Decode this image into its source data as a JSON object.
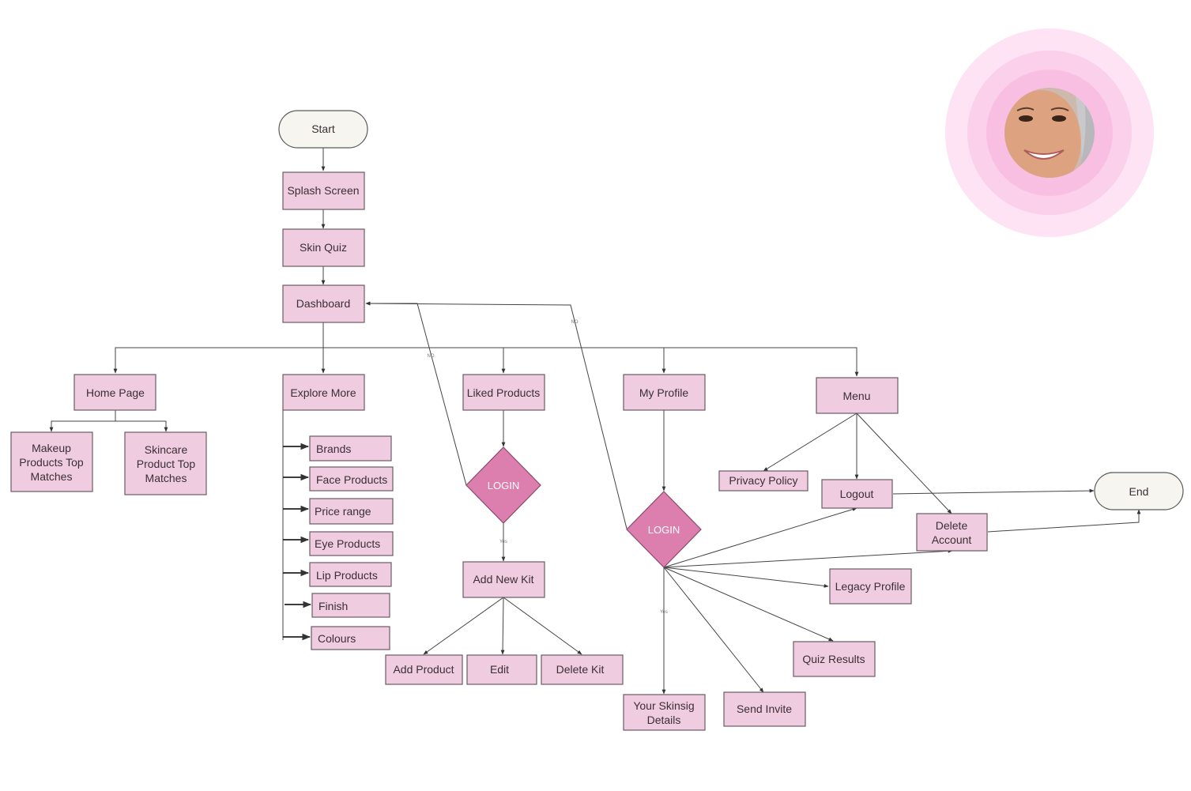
{
  "nodes": {
    "start": "Start",
    "splash": "Splash Screen",
    "quiz": "Skin Quiz",
    "dashboard": "Dashboard",
    "home": "Home Page",
    "makeup": [
      "Makeup",
      "Products Top",
      "Matches"
    ],
    "skincare": [
      "Skincare",
      "Product Top",
      "Matches"
    ],
    "explore": "Explore More",
    "brands": "Brands",
    "face": "Face Products",
    "price": "Price range",
    "eye": "Eye Products",
    "lip": "Lip Products",
    "finish": "Finish",
    "colours": "Colours",
    "liked": "Liked Products",
    "login1": "LOGIN",
    "addkit": "Add New Kit",
    "addproduct": "Add Product",
    "edit": "Edit",
    "deletekit": "Delete Kit",
    "profile": "My Profile",
    "login2": "LOGIN",
    "skinsig": [
      "Your Skinsig",
      "Details"
    ],
    "invite": "Send Invite",
    "quizresults": "Quiz Results",
    "legacy": "Legacy Profile",
    "menu": "Menu",
    "privacy": "Privacy Policy",
    "logout": "Logout",
    "deleteacct": [
      "Delete",
      "Account"
    ],
    "end": "End"
  },
  "edge_labels": {
    "no": "NO",
    "yes": "Yes"
  },
  "colors": {
    "process": "#f0cce0",
    "decision": "#dd7fae",
    "terminal": "#f7f5f0",
    "ring_outer": "#fde3f3",
    "ring_2": "#fbd0ea",
    "ring_3": "#f8bfe2"
  },
  "decorations": {
    "portrait": "smiling-woman-portrait"
  }
}
